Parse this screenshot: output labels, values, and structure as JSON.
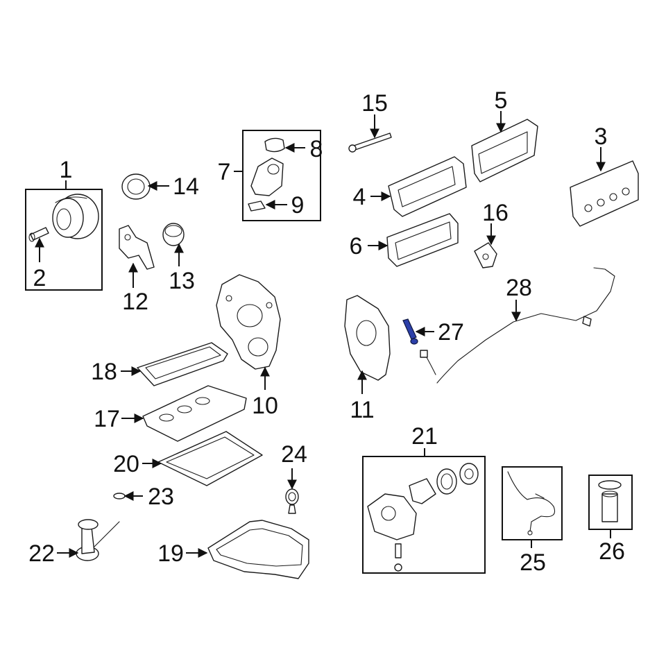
{
  "callouts": [
    {
      "id": "1",
      "label": "1"
    },
    {
      "id": "2",
      "label": "2"
    },
    {
      "id": "3",
      "label": "3"
    },
    {
      "id": "4",
      "label": "4"
    },
    {
      "id": "5",
      "label": "5"
    },
    {
      "id": "6",
      "label": "6"
    },
    {
      "id": "7",
      "label": "7"
    },
    {
      "id": "8",
      "label": "8"
    },
    {
      "id": "9",
      "label": "9"
    },
    {
      "id": "10",
      "label": "10"
    },
    {
      "id": "11",
      "label": "11"
    },
    {
      "id": "12",
      "label": "12"
    },
    {
      "id": "13",
      "label": "13"
    },
    {
      "id": "14",
      "label": "14"
    },
    {
      "id": "15",
      "label": "15"
    },
    {
      "id": "16",
      "label": "16"
    },
    {
      "id": "17",
      "label": "17"
    },
    {
      "id": "18",
      "label": "18"
    },
    {
      "id": "19",
      "label": "19"
    },
    {
      "id": "20",
      "label": "20"
    },
    {
      "id": "21",
      "label": "21"
    },
    {
      "id": "22",
      "label": "22"
    },
    {
      "id": "23",
      "label": "23"
    },
    {
      "id": "24",
      "label": "24"
    },
    {
      "id": "25",
      "label": "25"
    },
    {
      "id": "26",
      "label": "26"
    },
    {
      "id": "27",
      "label": "27"
    },
    {
      "id": "28",
      "label": "28"
    }
  ],
  "highlight_color": "#2b3fa8",
  "highlighted_part": "27"
}
